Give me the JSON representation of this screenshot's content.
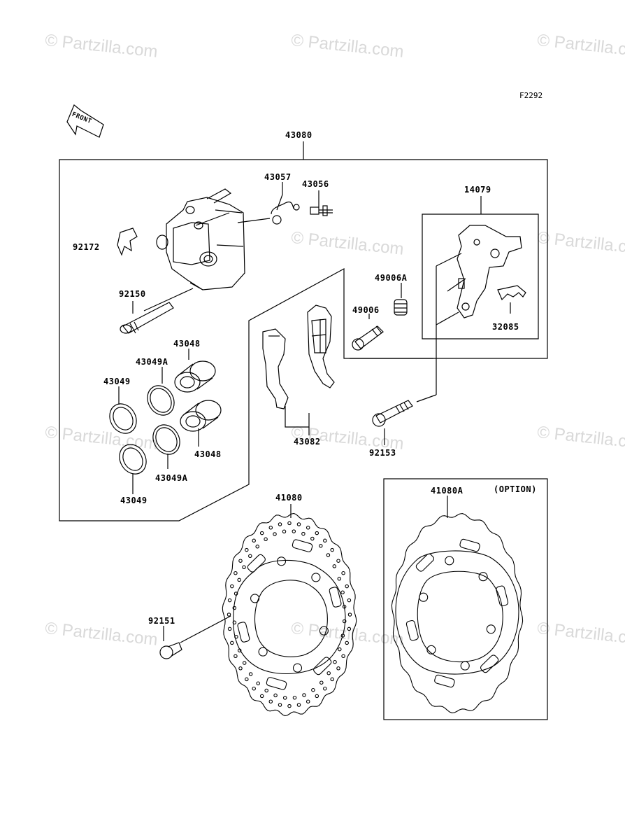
{
  "diagram_code": "F2292",
  "front_arrow_text": "FRONT",
  "watermark": "© Partzilla.com",
  "option_note": "(OPTION)",
  "colors": {
    "ink": "#000000",
    "watermark": "#d9d9d9",
    "background": "#ffffff"
  },
  "parts": {
    "p43080": "43080",
    "p43057": "43057",
    "p43056": "43056",
    "p14079": "14079",
    "p92172": "92172",
    "p92150": "92150",
    "p49006A": "49006A",
    "p49006": "49006",
    "p32085": "32085",
    "p43048_a": "43048",
    "p43049A_a": "43049A",
    "p43049_a": "43049",
    "p43048_b": "43048",
    "p43049A_b": "43049A",
    "p43049_b": "43049",
    "p43082": "43082",
    "p92153": "92153",
    "p41080": "41080",
    "p41080A": "41080A",
    "p92151": "92151"
  }
}
